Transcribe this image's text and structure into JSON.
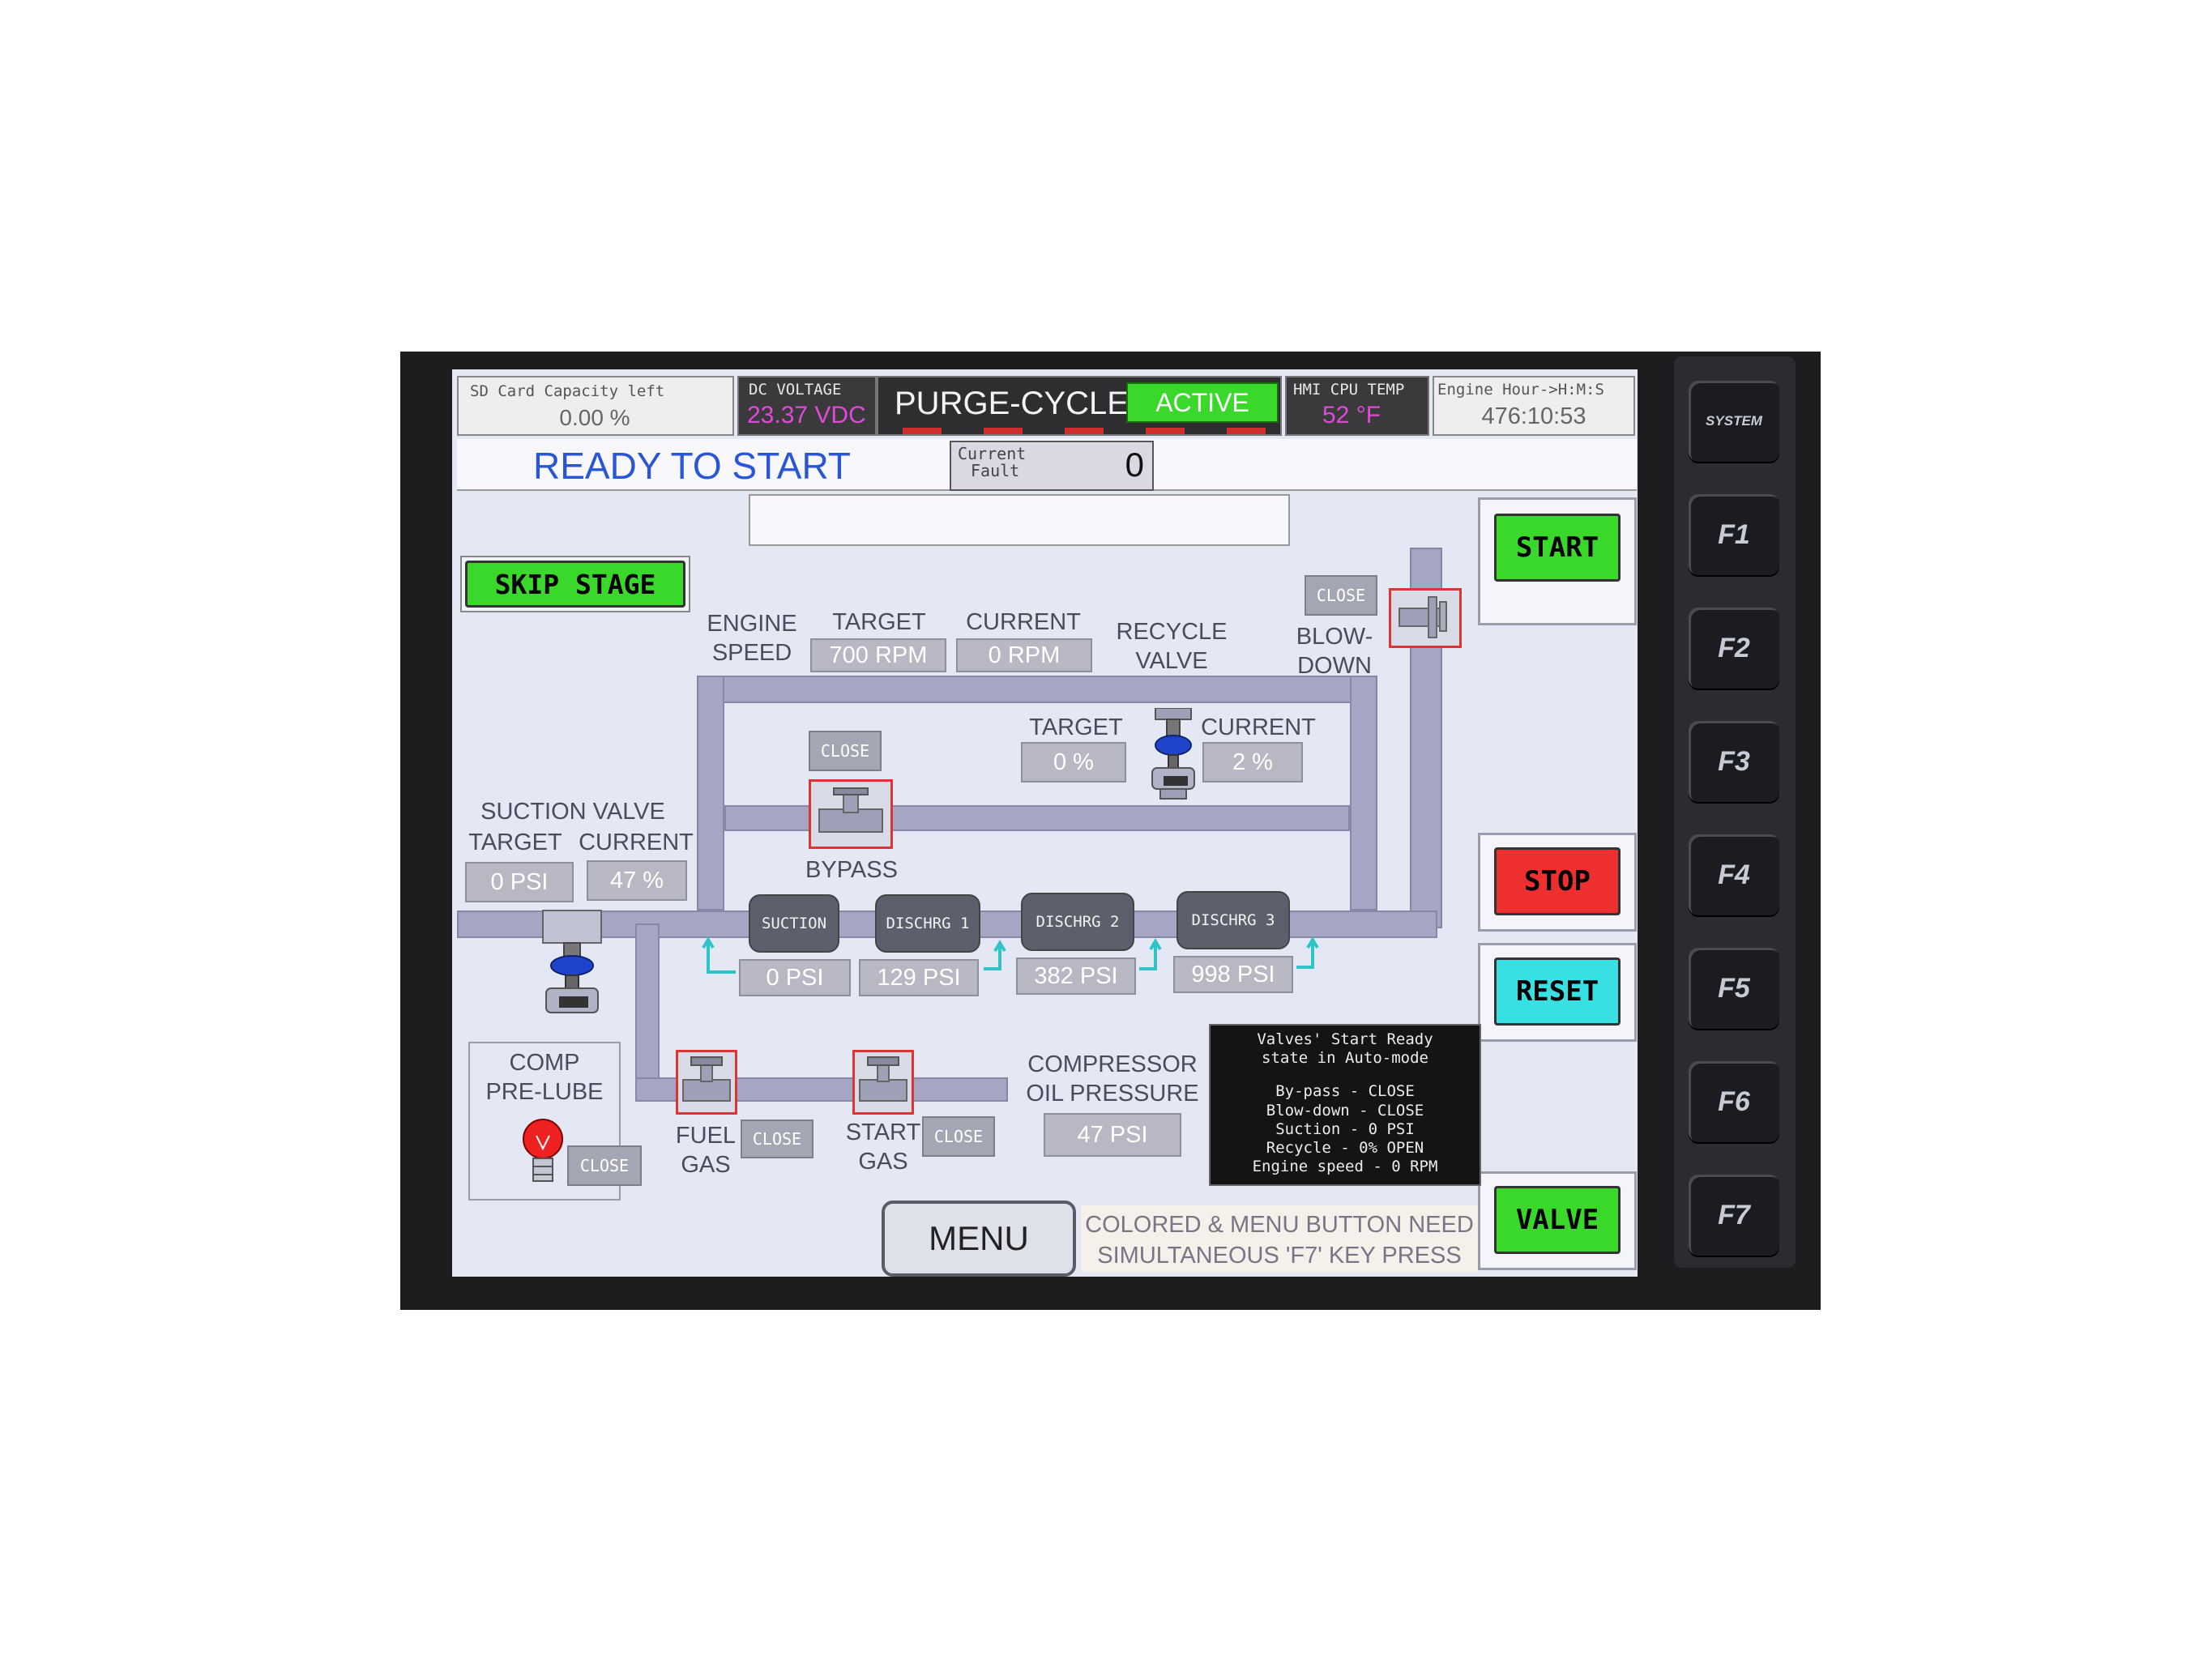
{
  "header": {
    "sd_card_label": "SD Card Capacity left",
    "sd_card_value": "0.00 %",
    "dc_voltage_label": "DC VOLTAGE",
    "dc_voltage_value": "23.37 VDC",
    "mode_title": "PURGE-CYCLE",
    "mode_status": "ACTIVE",
    "cpu_temp_label": "HMI CPU TEMP",
    "cpu_temp_value": "52 °F",
    "engine_hour_label": "Engine Hour->H:M:S",
    "engine_hour_value": "476:10:53"
  },
  "status": {
    "message": "READY TO START",
    "fault_label_line1": "Current",
    "fault_label_line2": "Fault",
    "fault_value": "0"
  },
  "buttons": {
    "skip_stage": "SKIP STAGE",
    "start": "START",
    "stop": "STOP",
    "reset": "RESET",
    "valve": "VALVE",
    "menu": "MENU",
    "close": "CLOSE"
  },
  "engine_speed": {
    "label_line1": "ENGINE",
    "label_line2": "SPEED",
    "target_label": "TARGET",
    "target_value": "700 RPM",
    "current_label": "CURRENT",
    "current_value": "0 RPM"
  },
  "recycle_valve": {
    "label_line1": "RECYCLE",
    "label_line2": "VALVE",
    "target_label": "TARGET",
    "target_value": "0 %",
    "current_label": "CURRENT",
    "current_value": "2 %"
  },
  "blowdown": {
    "label_line1": "BLOW-",
    "label_line2": "DOWN"
  },
  "bypass": {
    "label": "BYPASS"
  },
  "suction_valve": {
    "label": "SUCTION VALVE",
    "target_label": "TARGET",
    "target_value": "0 PSI",
    "current_label": "CURRENT",
    "current_value": "47 %"
  },
  "stages": [
    {
      "name": "SUCTION",
      "pressure": "0 PSI"
    },
    {
      "name": "DISCHRG 1",
      "pressure": "129 PSI"
    },
    {
      "name": "DISCHRG 2",
      "pressure": "382 PSI"
    },
    {
      "name": "DISCHRG 3",
      "pressure": "998 PSI"
    }
  ],
  "prelube": {
    "label_line1": "COMP",
    "label_line2": "PRE-LUBE"
  },
  "fuel_gas": {
    "label_line1": "FUEL",
    "label_line2": "GAS"
  },
  "start_gas": {
    "label_line1": "START",
    "label_line2": "GAS"
  },
  "oil_pressure": {
    "label_line1": "COMPRESSOR",
    "label_line2": "OIL PRESSURE",
    "value": "47 PSI"
  },
  "info_panel": {
    "title_line1": "Valves' Start Ready",
    "title_line2": "state in Auto-mode",
    "lines": [
      "By-pass - CLOSE",
      "Blow-down - CLOSE",
      "Suction - 0 PSI",
      "Recycle - 0% OPEN",
      "Engine speed - 0 RPM"
    ]
  },
  "note": {
    "line1": "COLORED & MENU BUTTON NEED",
    "line2": "SIMULTANEOUS 'F7' KEY PRESS"
  },
  "function_keys": [
    "SYSTEM",
    "F1",
    "F2",
    "F3",
    "F4",
    "F5",
    "F6",
    "F7"
  ],
  "colors": {
    "green": "#39d82a",
    "red": "#ee2f2f",
    "cyan": "#38e0e4",
    "blue_text": "#2a56d6",
    "magenta": "#e04ad8"
  }
}
